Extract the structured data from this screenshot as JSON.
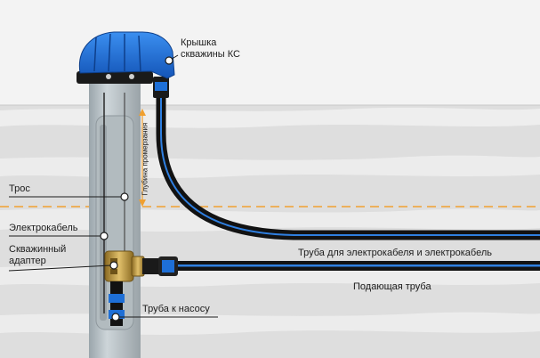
{
  "labels": {
    "well_cap": {
      "line1": "Крышка",
      "line2": "скважины КС"
    },
    "cable": "Трос",
    "electric_cable": "Электрокабель",
    "adapter": {
      "line1": "Скважинный",
      "line2": "адаптер"
    },
    "pump_pipe": "Труба к насосу",
    "cable_pipe": "Труба для электрокабеля и электрокабель",
    "feed_pipe": "Подающая труба",
    "freeze_depth": "Глубина промерзания"
  },
  "colors": {
    "sky": "#f2f2f2",
    "soil": "#dcdcdc",
    "soil_band": "#ebebeb",
    "casing": "#b9c2c6",
    "cap_blue": "#1e6fd6",
    "pipe_black": "#121212",
    "pipe_blue": "#2f7fe0",
    "freeze_line": "#f0a030",
    "brass": "#c9a24a"
  },
  "icons": {
    "freeze_arrow": "double-arrow-vertical",
    "callout_marker": "ring-dot"
  }
}
